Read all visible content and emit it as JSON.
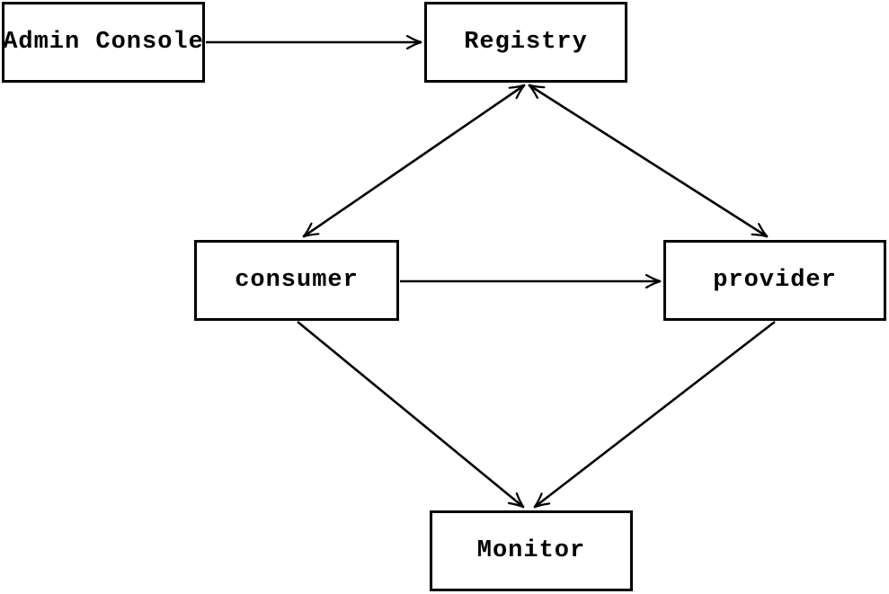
{
  "diagram": {
    "title": "service-architecture-diagram",
    "colors": {
      "background": "#ffffff",
      "box_fill": "#ffffff",
      "box_border": "#000000",
      "line": "#000000",
      "text": "#000000"
    },
    "nodes": [
      {
        "id": "admin-console",
        "label": "Admin Console"
      },
      {
        "id": "registry",
        "label": "Registry"
      },
      {
        "id": "consumer",
        "label": "consumer"
      },
      {
        "id": "provider",
        "label": "provider"
      },
      {
        "id": "monitor",
        "label": "Monitor"
      }
    ],
    "edges": [
      {
        "from": "admin-console",
        "to": "registry",
        "direction": "one-way"
      },
      {
        "from": "registry",
        "to": "consumer",
        "direction": "two-way"
      },
      {
        "from": "registry",
        "to": "provider",
        "direction": "two-way"
      },
      {
        "from": "consumer",
        "to": "provider",
        "direction": "one-way"
      },
      {
        "from": "consumer",
        "to": "monitor",
        "direction": "one-way"
      },
      {
        "from": "provider",
        "to": "monitor",
        "direction": "one-way"
      }
    ]
  }
}
